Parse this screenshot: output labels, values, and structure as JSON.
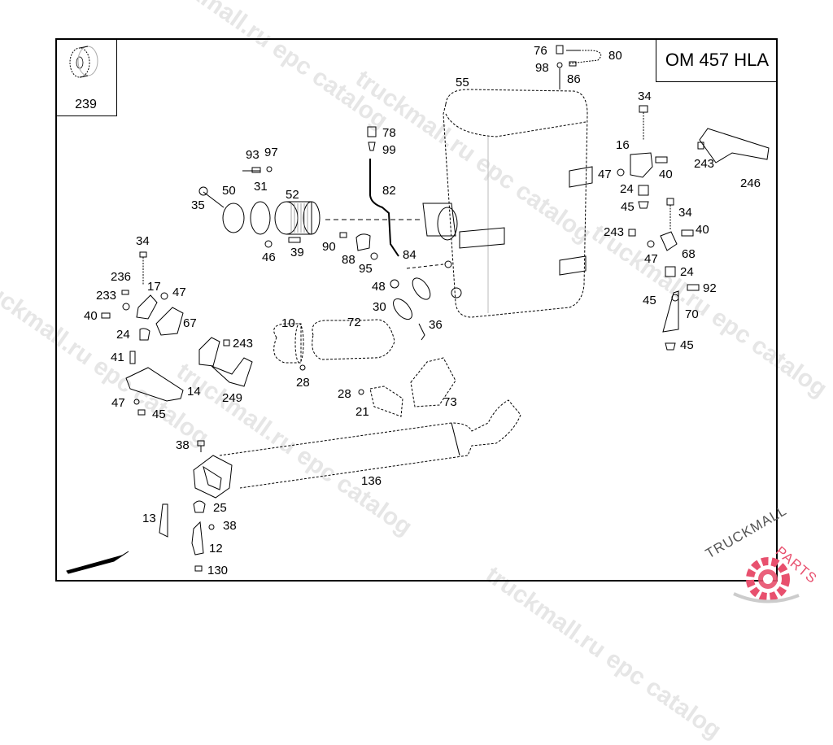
{
  "diagram": {
    "model_title": "OM 457 HLA",
    "inset_label": "239",
    "watermark_text": "truckmall.ru epc catalog",
    "logo": {
      "text_primary": "TRUCKMALL",
      "text_accent": "PARTS",
      "accent_color": "#e8506e",
      "primary_color": "#555555"
    },
    "callouts": [
      {
        "id": "c76",
        "text": "76"
      },
      {
        "id": "c80",
        "text": "80"
      },
      {
        "id": "c98",
        "text": "98"
      },
      {
        "id": "c86",
        "text": "86"
      },
      {
        "id": "c55",
        "text": "55"
      },
      {
        "id": "c78",
        "text": "78"
      },
      {
        "id": "c99",
        "text": "99"
      },
      {
        "id": "c82",
        "text": "82"
      },
      {
        "id": "c93",
        "text": "93"
      },
      {
        "id": "c97",
        "text": "97"
      },
      {
        "id": "c35",
        "text": "35"
      },
      {
        "id": "c50",
        "text": "50"
      },
      {
        "id": "c31",
        "text": "31"
      },
      {
        "id": "c52",
        "text": "52"
      },
      {
        "id": "c46",
        "text": "46"
      },
      {
        "id": "c39",
        "text": "39"
      },
      {
        "id": "c90",
        "text": "90"
      },
      {
        "id": "c88",
        "text": "88"
      },
      {
        "id": "c95",
        "text": "95"
      },
      {
        "id": "c84",
        "text": "84"
      },
      {
        "id": "c48",
        "text": "48"
      },
      {
        "id": "c30",
        "text": "30"
      },
      {
        "id": "c36",
        "text": "36"
      },
      {
        "id": "c10",
        "text": "10"
      },
      {
        "id": "c72",
        "text": "72"
      },
      {
        "id": "c28a",
        "text": "28"
      },
      {
        "id": "c28b",
        "text": "28"
      },
      {
        "id": "c21",
        "text": "21"
      },
      {
        "id": "c73",
        "text": "73"
      },
      {
        "id": "c136",
        "text": "136"
      },
      {
        "id": "c38a",
        "text": "38"
      },
      {
        "id": "c25",
        "text": "25"
      },
      {
        "id": "c38b",
        "text": "38"
      },
      {
        "id": "c13",
        "text": "13"
      },
      {
        "id": "c12",
        "text": "12"
      },
      {
        "id": "c130",
        "text": "130"
      },
      {
        "id": "c34a",
        "text": "34"
      },
      {
        "id": "c236",
        "text": "236"
      },
      {
        "id": "c233",
        "text": "233"
      },
      {
        "id": "c17",
        "text": "17"
      },
      {
        "id": "c47a",
        "text": "47"
      },
      {
        "id": "c40a",
        "text": "40"
      },
      {
        "id": "c67",
        "text": "67"
      },
      {
        "id": "c24a",
        "text": "24"
      },
      {
        "id": "c41",
        "text": "41"
      },
      {
        "id": "c243a",
        "text": "243"
      },
      {
        "id": "c249",
        "text": "249"
      },
      {
        "id": "c14",
        "text": "14"
      },
      {
        "id": "c47b",
        "text": "47"
      },
      {
        "id": "c45a",
        "text": "45"
      },
      {
        "id": "c34b",
        "text": "34"
      },
      {
        "id": "c16",
        "text": "16"
      },
      {
        "id": "c47c",
        "text": "47"
      },
      {
        "id": "c40b",
        "text": "40"
      },
      {
        "id": "c24b",
        "text": "24"
      },
      {
        "id": "c45b",
        "text": "45"
      },
      {
        "id": "c243b",
        "text": "243"
      },
      {
        "id": "c246",
        "text": "246"
      },
      {
        "id": "c34c",
        "text": "34"
      },
      {
        "id": "c243c",
        "text": "243"
      },
      {
        "id": "c40c",
        "text": "40"
      },
      {
        "id": "c47d",
        "text": "47"
      },
      {
        "id": "c68",
        "text": "68"
      },
      {
        "id": "c24c",
        "text": "24"
      },
      {
        "id": "c92",
        "text": "92"
      },
      {
        "id": "c45c",
        "text": "45"
      },
      {
        "id": "c70",
        "text": "70"
      },
      {
        "id": "c45d",
        "text": "45"
      }
    ]
  }
}
